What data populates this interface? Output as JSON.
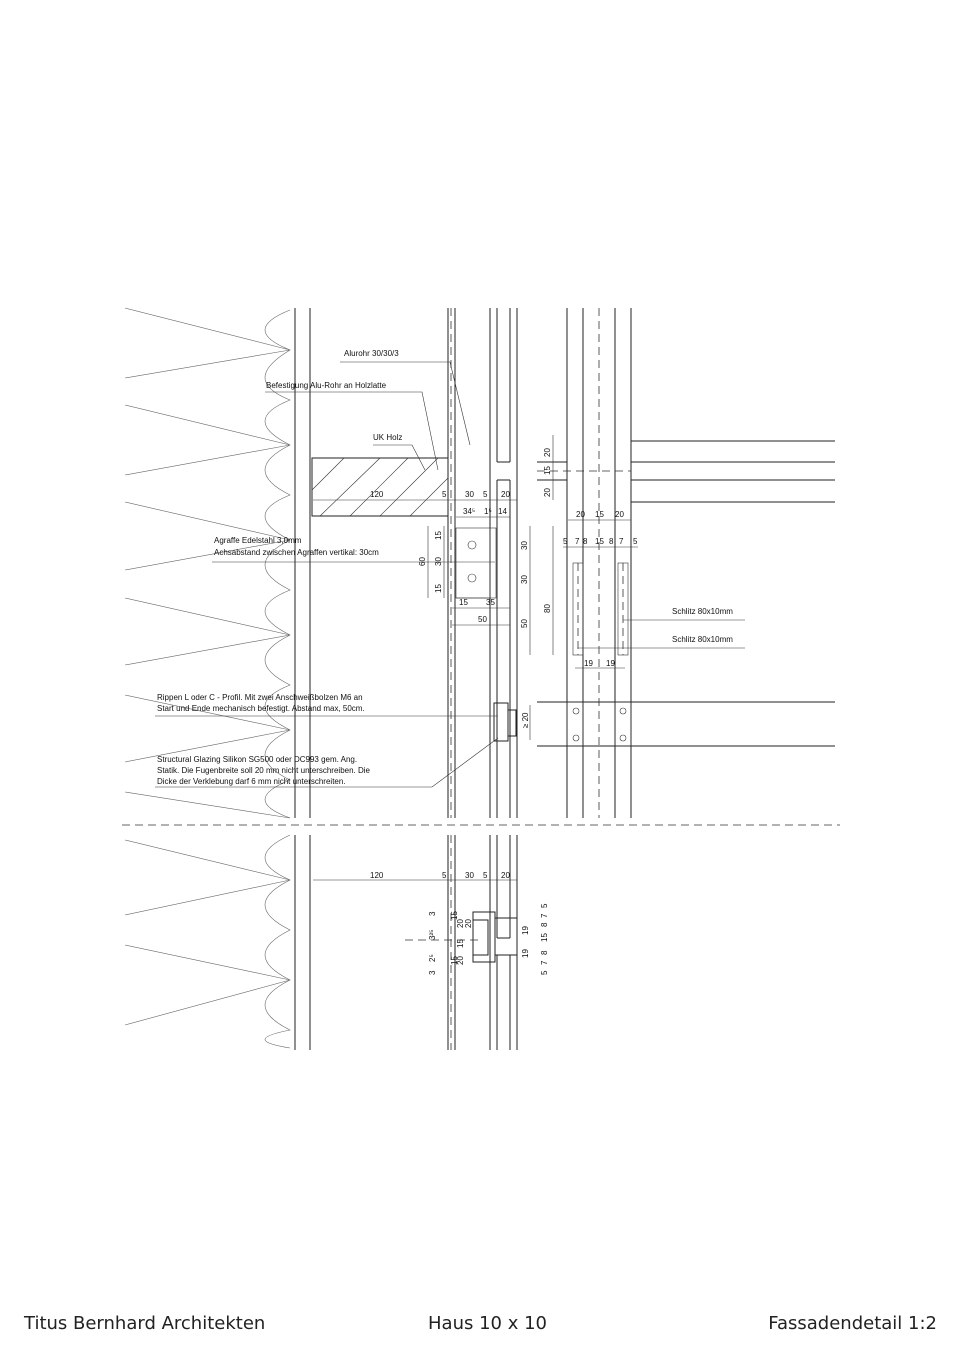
{
  "labels": {
    "alurohr": "Alurohr 30/30/3",
    "befestigung": "Befestigung Alu-Rohr an Holzlatte",
    "uk_holz": "UK Holz",
    "agraffe_1": "Agraffe Edelstahl 3,0mm",
    "agraffe_2": "Achsabstand zwischen Agraffen vertikal: 30cm",
    "schlitz_1": "Schlitz 80x10mm",
    "schlitz_2": "Schlitz 80x10mm",
    "rippen_1": "Rippen L oder C - Profil. Mit zwei Anschweißbolzen M6 an",
    "rippen_2": "Start und Ende mechanisch befestigt. Abstand max, 50cm.",
    "glazing_1": "Structural Glazing Silikon SG500 oder DC993 gem. Ang.",
    "glazing_2": "Statik. Die Fugenbreite soll 20 mm nicht unterschreiben. Die",
    "glazing_3": "Dicke der Verklebung darf 6 mm nicht unterschreiten."
  },
  "dimensions": {
    "top_row": [
      "120",
      "5",
      "30",
      "5",
      "20"
    ],
    "sub_row": [
      "34⁵",
      "1⁵",
      "14"
    ],
    "agraffe_vertical": [
      "60",
      "15",
      "30",
      "15"
    ],
    "agraffe_horizontal": [
      "15",
      "35",
      "50"
    ],
    "panel_vertical": [
      "30",
      "30",
      "50",
      "80"
    ],
    "right_top_vertical": [
      "20",
      "15",
      "20"
    ],
    "right_horizontal_top": [
      "20",
      "15",
      "20"
    ],
    "right_horizontal_mid": [
      "5",
      "7",
      "8",
      "15",
      "8",
      "7",
      "5"
    ],
    "right_bottom": [
      "19",
      "19"
    ],
    "rib_gap": "≥ 20",
    "bottom_row": [
      "120",
      "5",
      "30",
      "5",
      "20"
    ],
    "bottom_left_vertical": [
      "3",
      "3²⁵",
      "2⁵",
      "3"
    ],
    "bottom_profile_vertical": [
      "20",
      "15",
      "20",
      "15",
      "20",
      "15"
    ],
    "bottom_right_vertical": [
      "19",
      "19",
      "5",
      "7",
      "8",
      "15",
      "8",
      "7",
      "5"
    ]
  },
  "footer": {
    "office": "Titus Bernhard Architekten",
    "project": "Haus 10 x 10",
    "sheet": "Fassadendetail 1:2"
  }
}
